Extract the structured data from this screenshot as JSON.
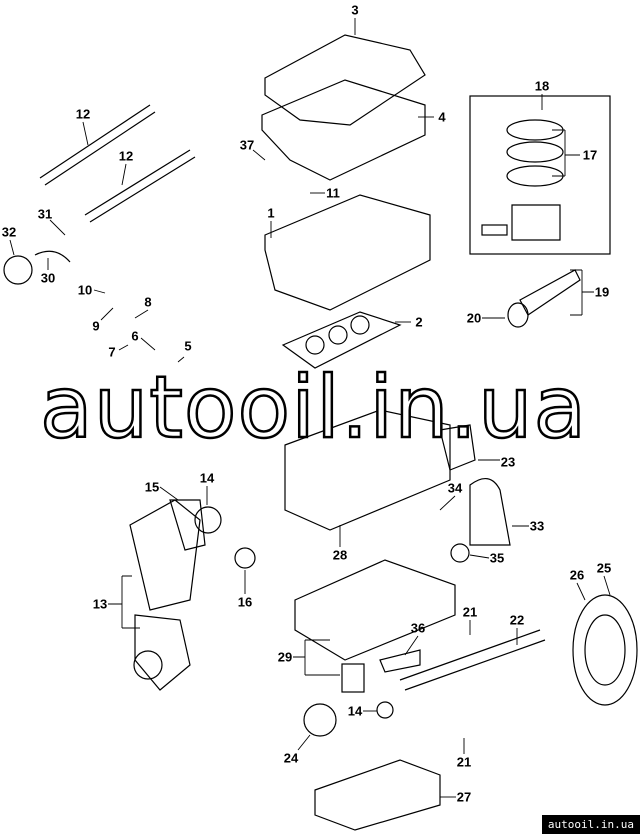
{
  "callouts": [
    "3",
    "4",
    "18",
    "17",
    "12",
    "12",
    "37",
    "11",
    "1",
    "31",
    "32",
    "30",
    "10",
    "8",
    "9",
    "2",
    "19",
    "20",
    "5",
    "7",
    "6",
    "23",
    "15",
    "14",
    "34",
    "33",
    "28",
    "35",
    "26",
    "25",
    "13",
    "16",
    "21",
    "22",
    "36",
    "29",
    "14",
    "24",
    "21",
    "27"
  ],
  "watermark": "autooil.in.ua",
  "badge": "autooil.in.ua"
}
